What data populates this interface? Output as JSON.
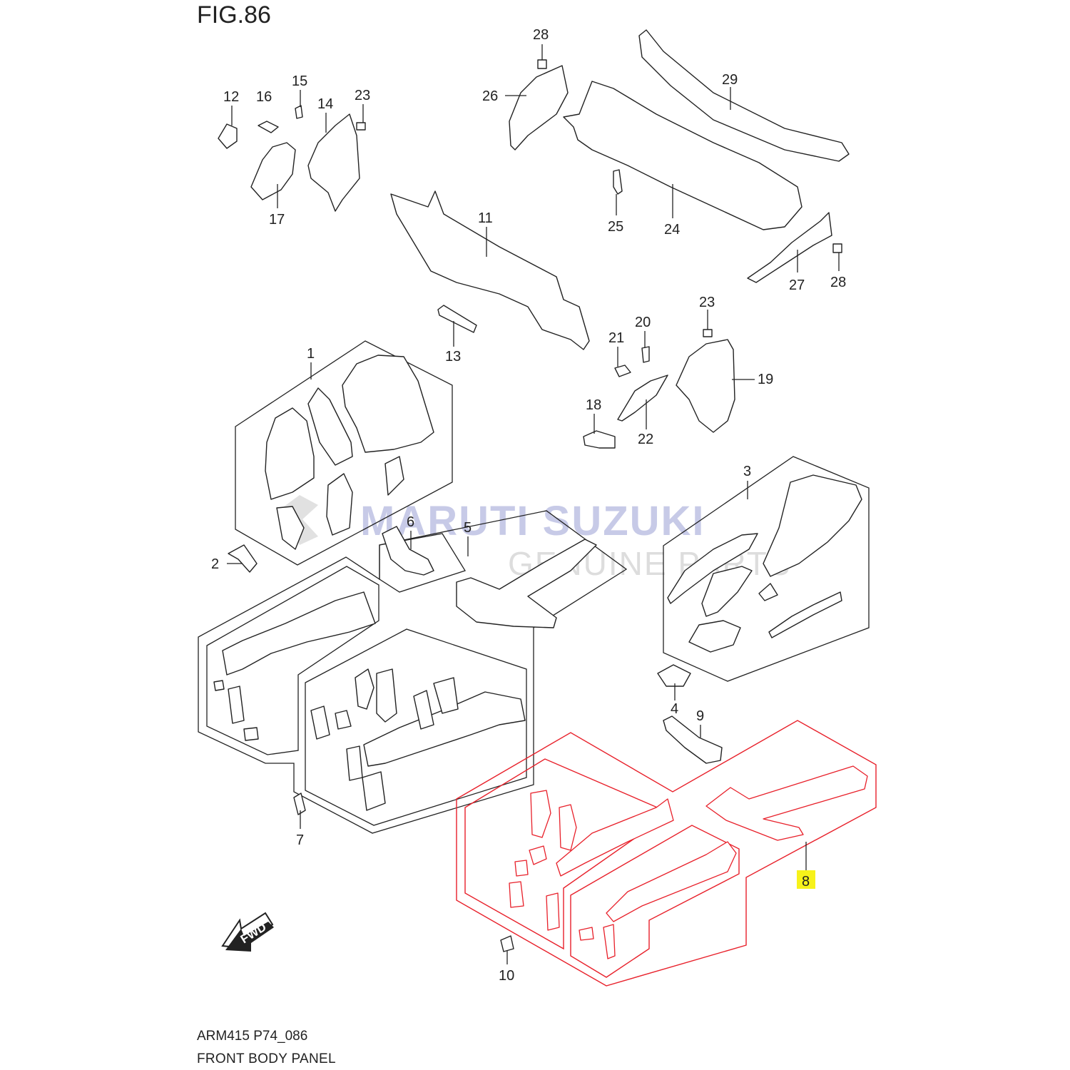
{
  "figure": {
    "title": "FIG.86",
    "code": "ARM415 P74_086",
    "name": "FRONT BODY PANEL"
  },
  "watermark": {
    "brand": "MARUTI SUZUKI",
    "tagline": "GENUINE PARTS"
  },
  "direction_label": "FWD",
  "highlighted_callout": "8",
  "colors": {
    "highlight_frame": "#e8202a",
    "highlight_label": "#f7f21a",
    "watermark": "#9a9fd4"
  },
  "callouts": [
    {
      "id": "c1",
      "label": "1"
    },
    {
      "id": "c2",
      "label": "2"
    },
    {
      "id": "c3",
      "label": "3"
    },
    {
      "id": "c4",
      "label": "4"
    },
    {
      "id": "c5",
      "label": "5"
    },
    {
      "id": "c6",
      "label": "6"
    },
    {
      "id": "c7",
      "label": "7"
    },
    {
      "id": "c8",
      "label": "8"
    },
    {
      "id": "c9",
      "label": "9"
    },
    {
      "id": "c10",
      "label": "10"
    },
    {
      "id": "c11",
      "label": "11"
    },
    {
      "id": "c12",
      "label": "12"
    },
    {
      "id": "c13",
      "label": "13"
    },
    {
      "id": "c14",
      "label": "14"
    },
    {
      "id": "c15",
      "label": "15"
    },
    {
      "id": "c16",
      "label": "16"
    },
    {
      "id": "c17",
      "label": "17"
    },
    {
      "id": "c18",
      "label": "18"
    },
    {
      "id": "c19",
      "label": "19"
    },
    {
      "id": "c20",
      "label": "20"
    },
    {
      "id": "c21",
      "label": "21"
    },
    {
      "id": "c22",
      "label": "22"
    },
    {
      "id": "c23a",
      "label": "23"
    },
    {
      "id": "c23b",
      "label": "23"
    },
    {
      "id": "c24",
      "label": "24"
    },
    {
      "id": "c25",
      "label": "25"
    },
    {
      "id": "c26",
      "label": "26"
    },
    {
      "id": "c27",
      "label": "27"
    },
    {
      "id": "c28a",
      "label": "28"
    },
    {
      "id": "c28b",
      "label": "28"
    },
    {
      "id": "c29",
      "label": "29"
    }
  ]
}
